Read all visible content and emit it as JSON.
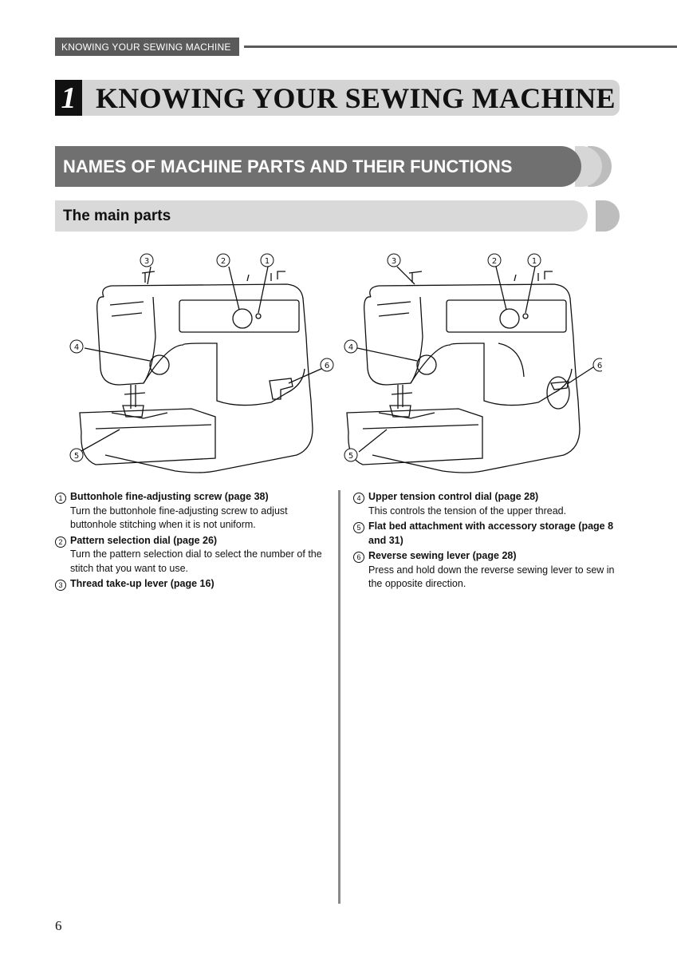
{
  "header": {
    "label": "KNOWING YOUR SEWING MACHINE"
  },
  "chapter": {
    "number": "1",
    "title": "KNOWING YOUR SEWING MACHINE"
  },
  "section": {
    "title": "NAMES OF MACHINE PARTS AND THEIR FUNCTIONS"
  },
  "subsection": {
    "title": "The main parts"
  },
  "figure_callouts": [
    "①",
    "②",
    "③",
    "④",
    "⑤",
    "⑥"
  ],
  "items_left": [
    {
      "num": "1",
      "title": "Buttonhole fine-adjusting screw (page 38)",
      "body": "Turn the buttonhole fine-adjusting screw to adjust buttonhole stitching when it is not uniform."
    },
    {
      "num": "2",
      "title": "Pattern selection dial (page 26)",
      "body": "Turn the pattern selection dial to select the number of the stitch that you want to use."
    },
    {
      "num": "3",
      "title": "Thread take-up lever (page 16)",
      "body": ""
    }
  ],
  "items_right": [
    {
      "num": "4",
      "title": "Upper tension control dial (page 28)",
      "body": "This controls the tension of the upper thread."
    },
    {
      "num": "5",
      "title": "Flat bed attachment with accessory storage (page 8 and 31)",
      "body": ""
    },
    {
      "num": "6",
      "title": "Reverse sewing lever (page 28)",
      "body": "Press and hold down the reverse sewing lever to sew in the opposite direction."
    }
  ],
  "page_number": "6"
}
